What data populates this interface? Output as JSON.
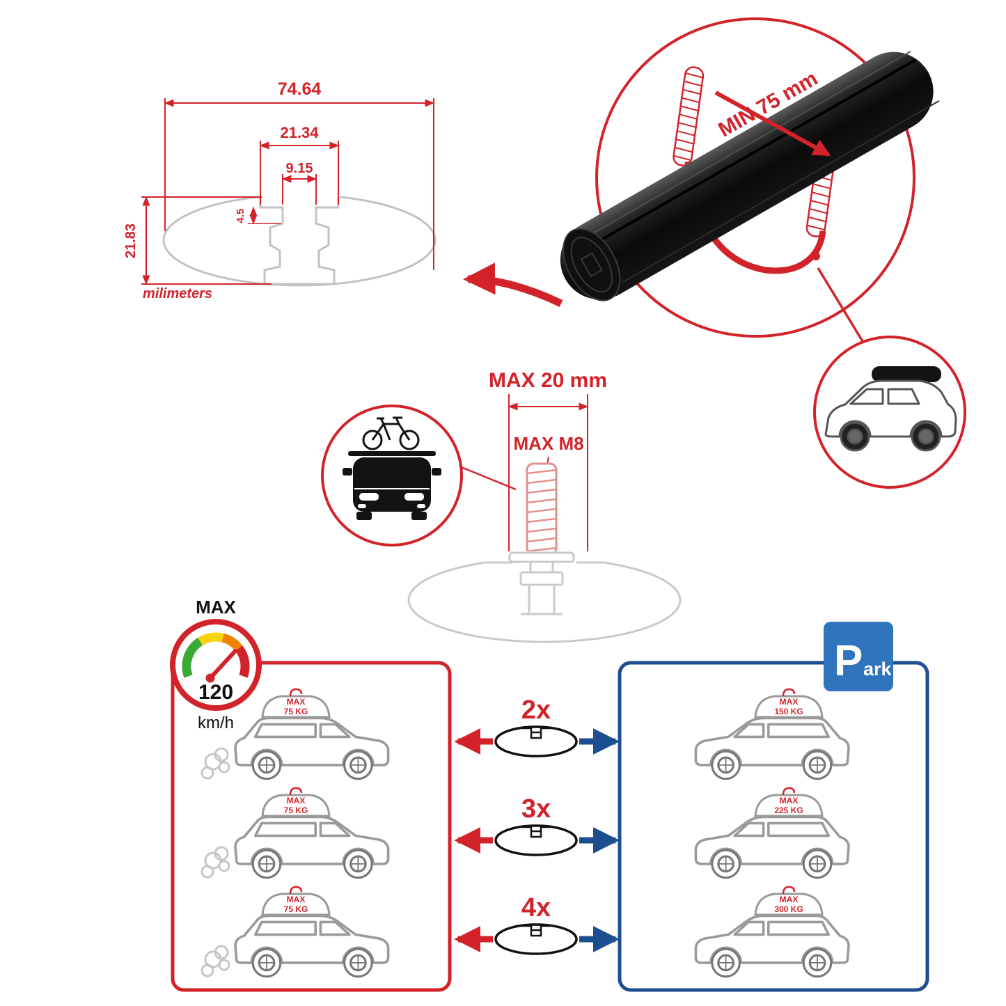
{
  "colors": {
    "accent_red": "#d2232a",
    "accent_blue": "#1d4e8f",
    "sign_blue": "#2f74bc",
    "profile_gray": "#c2c2c2",
    "bar_black": "#0a0a0a"
  },
  "dimension_diagram": {
    "width_total": "74.64",
    "plateau_width": "21.34",
    "slot_width": "9.15",
    "lip_depth": "4.5",
    "height_total": "21.83",
    "units_label": "milimeters"
  },
  "bar_detail": {
    "min_clamp_label": "MIN 75 mm",
    "icons": [
      "crossbar-3d",
      "u-clamp",
      "suv-with-roofbox"
    ]
  },
  "bolt_detail": {
    "max_length_label": "MAX 20 mm",
    "max_thread_label": "MAX M8",
    "icons": [
      "car-front-with-bike",
      "threaded-bolt",
      "crossbar-profile"
    ]
  },
  "speed_limit": {
    "max_label": "MAX",
    "value": "120",
    "units": "km/h",
    "icon": "speedometer"
  },
  "park_sign": {
    "p": "P",
    "ark": "ark"
  },
  "load_rows": [
    {
      "multiplier": "2x",
      "max_label": "MAX",
      "driving_load": "75 KG",
      "parked_load": "150 KG"
    },
    {
      "multiplier": "3x",
      "max_label": "MAX",
      "driving_load": "75 KG",
      "parked_load": "225 KG"
    },
    {
      "multiplier": "4x",
      "max_label": "MAX",
      "driving_load": "75 KG",
      "parked_load": "300 KG"
    }
  ]
}
